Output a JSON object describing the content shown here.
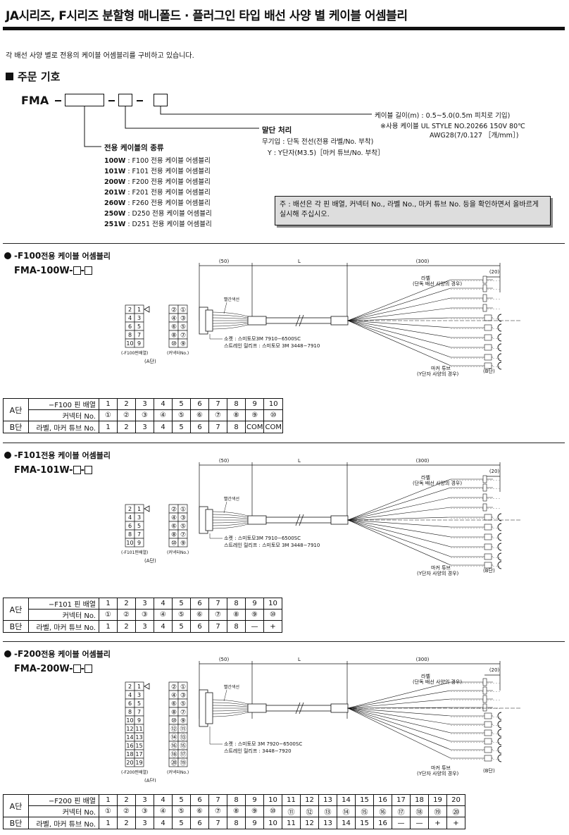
{
  "header": {
    "title": "JA시리즈, F시리즈 분할형 매니폴드 · 플러그인 타입 배선 사양 별 케이블 어셈블리",
    "intro": "각 배선 사양 별로 전용의 케이블 어셈블리를 구비하고 있습니다."
  },
  "order": {
    "heading": "주문 기호",
    "model_prefix": "FMA",
    "length_label": "케이블 길이(m) : 0.5~5.0(0.5m 피치로 기입)",
    "cable_line1": "※사용 케이블   UL   STYLE   NO.20266   150V   80℃",
    "cable_line2": "AWG28(7/0.127 ［개/mm］)",
    "end_title": "말단 처리",
    "end_options": [
      "무기입 : 단독 전선(전용 라벨/No. 부착)",
      "Y    : Y단자(M3.5)［마커 튜브/No. 부착］"
    ],
    "type_title": "전용 케이블의 종류",
    "types": [
      {
        "code": "100W",
        "desc": " : F100 전용 케이블 어셈블리"
      },
      {
        "code": "101W",
        "desc": " : F101 전용 케이블 어셈블리"
      },
      {
        "code": "200W",
        "desc": " : F200 전용 케이블 어셈블리"
      },
      {
        "code": "201W",
        "desc": " : F201 전용 케이블 어셈블리"
      },
      {
        "code": "260W",
        "desc": " : F260 전용 케이블 어셈블리"
      },
      {
        "code": "250W",
        "desc": " : D250 전용 케이블 어셈블리"
      },
      {
        "code": "251W",
        "desc": " : D251 전용 케이블 어셈블리"
      }
    ],
    "note": "주 : 배선은 각 핀 배열, 커넥터 No., 라벨 No., 마커 튜브 No. 등을 확인하면서 올바르게 실시해 주십시오."
  },
  "labels": {
    "dim_50": "(50)",
    "dim_L": "L",
    "dim_300": "(300)",
    "dim_20": "(20)",
    "label_title": "라벨",
    "label_note": "(단독 배선 사양의 경우)",
    "red_line": "빨간색선",
    "marker_title": "마커 튜브",
    "marker_note": "(Y단자 사양의 경우)",
    "b_end": "(B단)",
    "a_end": "(A단)",
    "connector_no": "(커넥터No.)",
    "row_a": "A단",
    "row_b": "B단",
    "row_connector": "커넥터 No.",
    "row_label": "라벨, 마커 튜브 No."
  },
  "sections": [
    {
      "title": "-F100",
      "title_suffix": "전용 케이블 어셈블리",
      "model": "FMA-100W-",
      "pin_caption": "(-F100핀배열)",
      "socket": "소켓 : 스미토모3M 7910−6500SC",
      "relief": "스트레인 릴리프 : 스미토모 3M 3448−7910",
      "pin_row_label": "−F100 핀 배열",
      "pins": [
        "2",
        "1",
        "4",
        "3",
        "6",
        "5",
        "8",
        "7",
        "10",
        "9"
      ],
      "conn": [
        "②",
        "①",
        "④",
        "③",
        "⑥",
        "⑤",
        "⑧",
        "⑦",
        "⑩",
        "⑨"
      ],
      "table_pins": [
        "1",
        "2",
        "3",
        "4",
        "5",
        "6",
        "7",
        "8",
        "9",
        "10"
      ],
      "table_conn": [
        "①",
        "②",
        "③",
        "④",
        "⑤",
        "⑥",
        "⑦",
        "⑧",
        "⑨",
        "⑩"
      ],
      "table_b": [
        "1",
        "2",
        "3",
        "4",
        "5",
        "6",
        "7",
        "8",
        "COM",
        "COM"
      ]
    },
    {
      "title": "-F101",
      "title_suffix": "전용 케이블 어셈블리",
      "model": "FMA-101W-",
      "pin_caption": "(-F101핀배열)",
      "socket": "소켓 : 스미토모3M 7910−6500SC",
      "relief": "스트레인 릴리프 : 스미토모 3M 3448−7910",
      "pin_row_label": "−F101 핀 배열",
      "pins": [
        "2",
        "1",
        "4",
        "3",
        "6",
        "5",
        "8",
        "7",
        "10",
        "9"
      ],
      "conn": [
        "②",
        "①",
        "④",
        "③",
        "⑥",
        "⑤",
        "⑧",
        "⑦",
        "⑩",
        "⑨"
      ],
      "table_pins": [
        "1",
        "2",
        "3",
        "4",
        "5",
        "6",
        "7",
        "8",
        "9",
        "10"
      ],
      "table_conn": [
        "①",
        "②",
        "③",
        "④",
        "⑤",
        "⑥",
        "⑦",
        "⑧",
        "⑨",
        "⑩"
      ],
      "table_b": [
        "1",
        "2",
        "3",
        "4",
        "5",
        "6",
        "7",
        "8",
        "—",
        "+"
      ]
    },
    {
      "title": "-F200",
      "title_suffix": "전용 케이블 어셈블리",
      "model": "FMA-200W-",
      "pin_caption": "(-F200핀배열)",
      "socket": "소켓 : 스미토모 3M 7920−6500SC",
      "relief": "스트레인 릴리프 : 3448−7920",
      "pin_row_label": "−F200 핀 배열",
      "pins": [
        "2",
        "1",
        "4",
        "3",
        "6",
        "5",
        "8",
        "7",
        "10",
        "9",
        "12",
        "11",
        "14",
        "13",
        "16",
        "15",
        "18",
        "17",
        "20",
        "19"
      ],
      "conn": [
        "②",
        "①",
        "④",
        "③",
        "⑥",
        "⑤",
        "⑧",
        "⑦",
        "⑩",
        "⑨",
        "⑫",
        "⑪",
        "⑭",
        "⑬",
        "⑯",
        "⑮",
        "⑱",
        "⑰",
        "⑳",
        "⑲"
      ],
      "table_pins": [
        "1",
        "2",
        "3",
        "4",
        "5",
        "6",
        "7",
        "8",
        "9",
        "10",
        "11",
        "12",
        "13",
        "14",
        "15",
        "16",
        "17",
        "18",
        "19",
        "20"
      ],
      "table_conn": [
        "①",
        "②",
        "③",
        "④",
        "⑤",
        "⑥",
        "⑦",
        "⑧",
        "⑨",
        "⑩",
        "⑪",
        "⑫",
        "⑬",
        "⑭",
        "⑮",
        "⑯",
        "⑰",
        "⑱",
        "⑲",
        "⑳"
      ],
      "table_b": [
        "1",
        "2",
        "3",
        "4",
        "5",
        "6",
        "7",
        "8",
        "9",
        "10",
        "11",
        "12",
        "13",
        "14",
        "15",
        "16",
        "—",
        "—",
        "+",
        "+"
      ]
    }
  ]
}
